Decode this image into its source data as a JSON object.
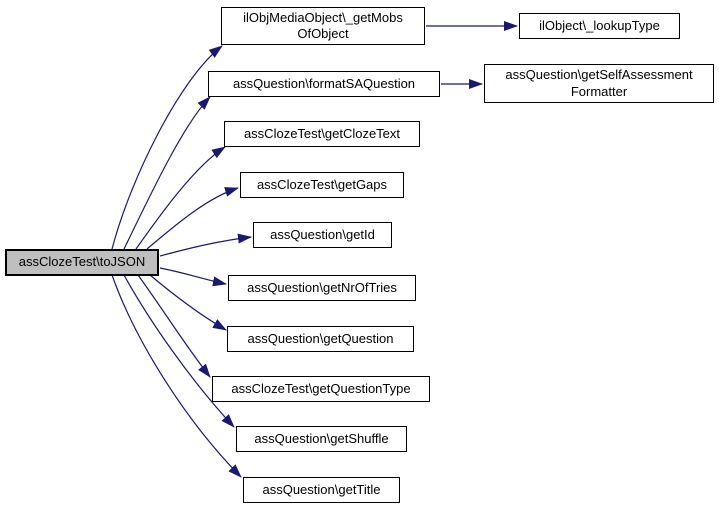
{
  "diagram": {
    "kind": "doxygen-call-graph",
    "edge_color": "#191970",
    "node_fill": "#ffffff",
    "node_border": "#000000",
    "highlight_fill": "#bfbfbf",
    "source_node": {
      "label": "assClozeTest\\toJSON"
    },
    "callees": [
      {
        "label": "ilObjMediaObject\\_getMobs\nOfObject"
      },
      {
        "label": "assQuestion\\formatSAQuestion"
      },
      {
        "label": "assClozeTest\\getClozeText"
      },
      {
        "label": "assClozeTest\\getGaps"
      },
      {
        "label": "assQuestion\\getId"
      },
      {
        "label": "assQuestion\\getNrOfTries"
      },
      {
        "label": "assQuestion\\getQuestion"
      },
      {
        "label": "assClozeTest\\getQuestionType"
      },
      {
        "label": "assQuestion\\getShuffle"
      },
      {
        "label": "assQuestion\\getTitle"
      }
    ],
    "secondary_callees": [
      {
        "label": "ilObject\\_lookupType"
      },
      {
        "label": "assQuestion\\getSelfAssessment\nFormatter"
      }
    ]
  }
}
